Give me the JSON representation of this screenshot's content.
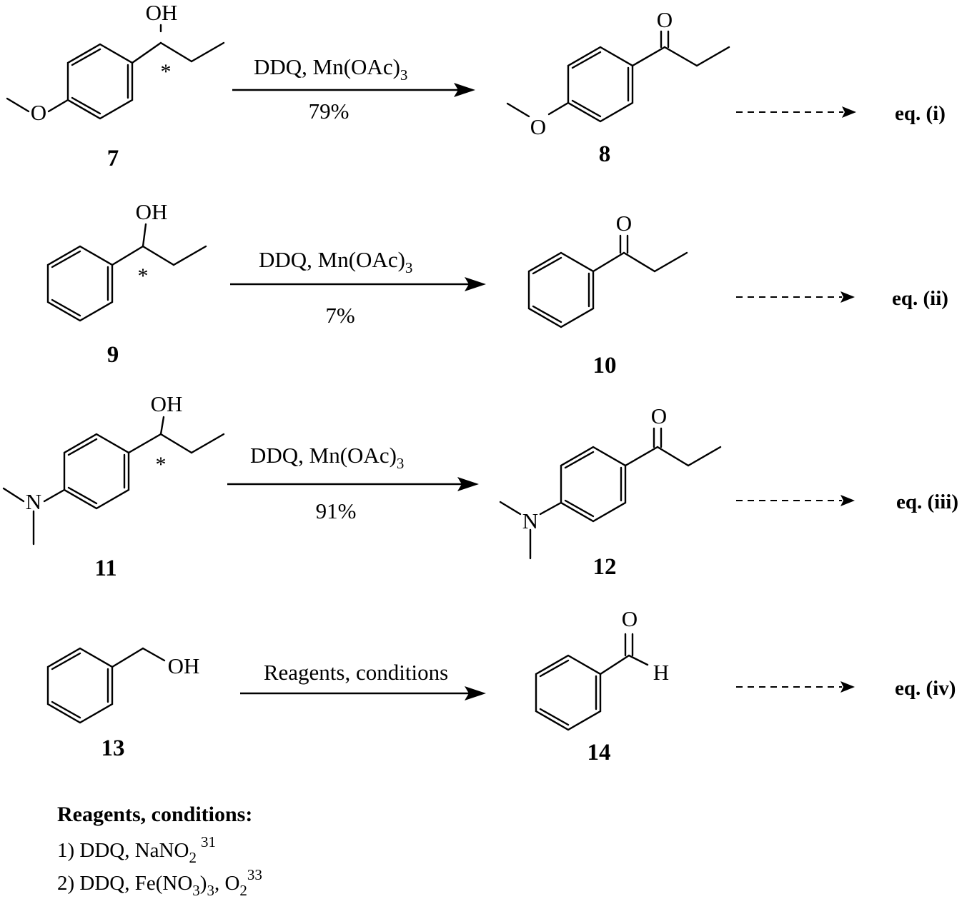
{
  "reactions": [
    {
      "reactant": {
        "label": "7",
        "atoms": [
          "OH",
          "O"
        ],
        "stereo": "*"
      },
      "conditions": {
        "reagent_main": "DDQ, Mn(OAc)",
        "reagent_sub": "3",
        "yield": "79%"
      },
      "product": {
        "label": "8",
        "atoms": [
          "O",
          "O"
        ]
      },
      "equation": "eq. (i)"
    },
    {
      "reactant": {
        "label": "9",
        "atoms": [
          "OH"
        ],
        "stereo": "*"
      },
      "conditions": {
        "reagent_main": "DDQ, Mn(OAc)",
        "reagent_sub": "3",
        "yield": "7%"
      },
      "product": {
        "label": "10",
        "atoms": [
          "O"
        ]
      },
      "equation": "eq. (ii)"
    },
    {
      "reactant": {
        "label": "11",
        "atoms": [
          "OH",
          "N"
        ],
        "stereo": "*"
      },
      "conditions": {
        "reagent_main": "DDQ, Mn(OAc)",
        "reagent_sub": "3",
        "yield": "91%"
      },
      "product": {
        "label": "12",
        "atoms": [
          "O",
          "N"
        ]
      },
      "equation": "eq. (iii)"
    },
    {
      "reactant": {
        "label": "13",
        "atoms": [
          "OH"
        ]
      },
      "conditions": {
        "reagent_main": "Reagents, conditions"
      },
      "product": {
        "label": "14",
        "atoms": [
          "O",
          "H"
        ]
      },
      "equation": "eq. (iv)"
    }
  ],
  "notes": {
    "title": "Reagents, conditions:",
    "items": [
      {
        "main": "1) DDQ, NaNO",
        "sub": "2",
        "sup": "31"
      },
      {
        "a": "2) DDQ, Fe(NO",
        "sub1": "3",
        "b": ")",
        "sub2": "3",
        "c": ", O",
        "sub3": "2",
        "sup": "33"
      }
    ]
  }
}
